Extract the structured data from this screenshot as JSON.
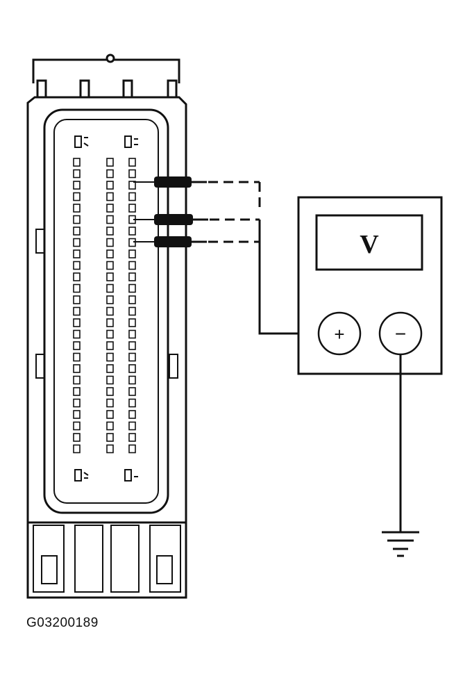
{
  "figure_id": "G03200189",
  "meter": {
    "display": "V",
    "positive_terminal": "+",
    "negative_terminal": "−"
  },
  "connector": {
    "pins_per_row": 26,
    "rows": 3,
    "probes_connected": 3
  },
  "colors": {
    "line": "#111111",
    "background": "#ffffff"
  },
  "icons": [
    "ground-symbol-icon"
  ]
}
